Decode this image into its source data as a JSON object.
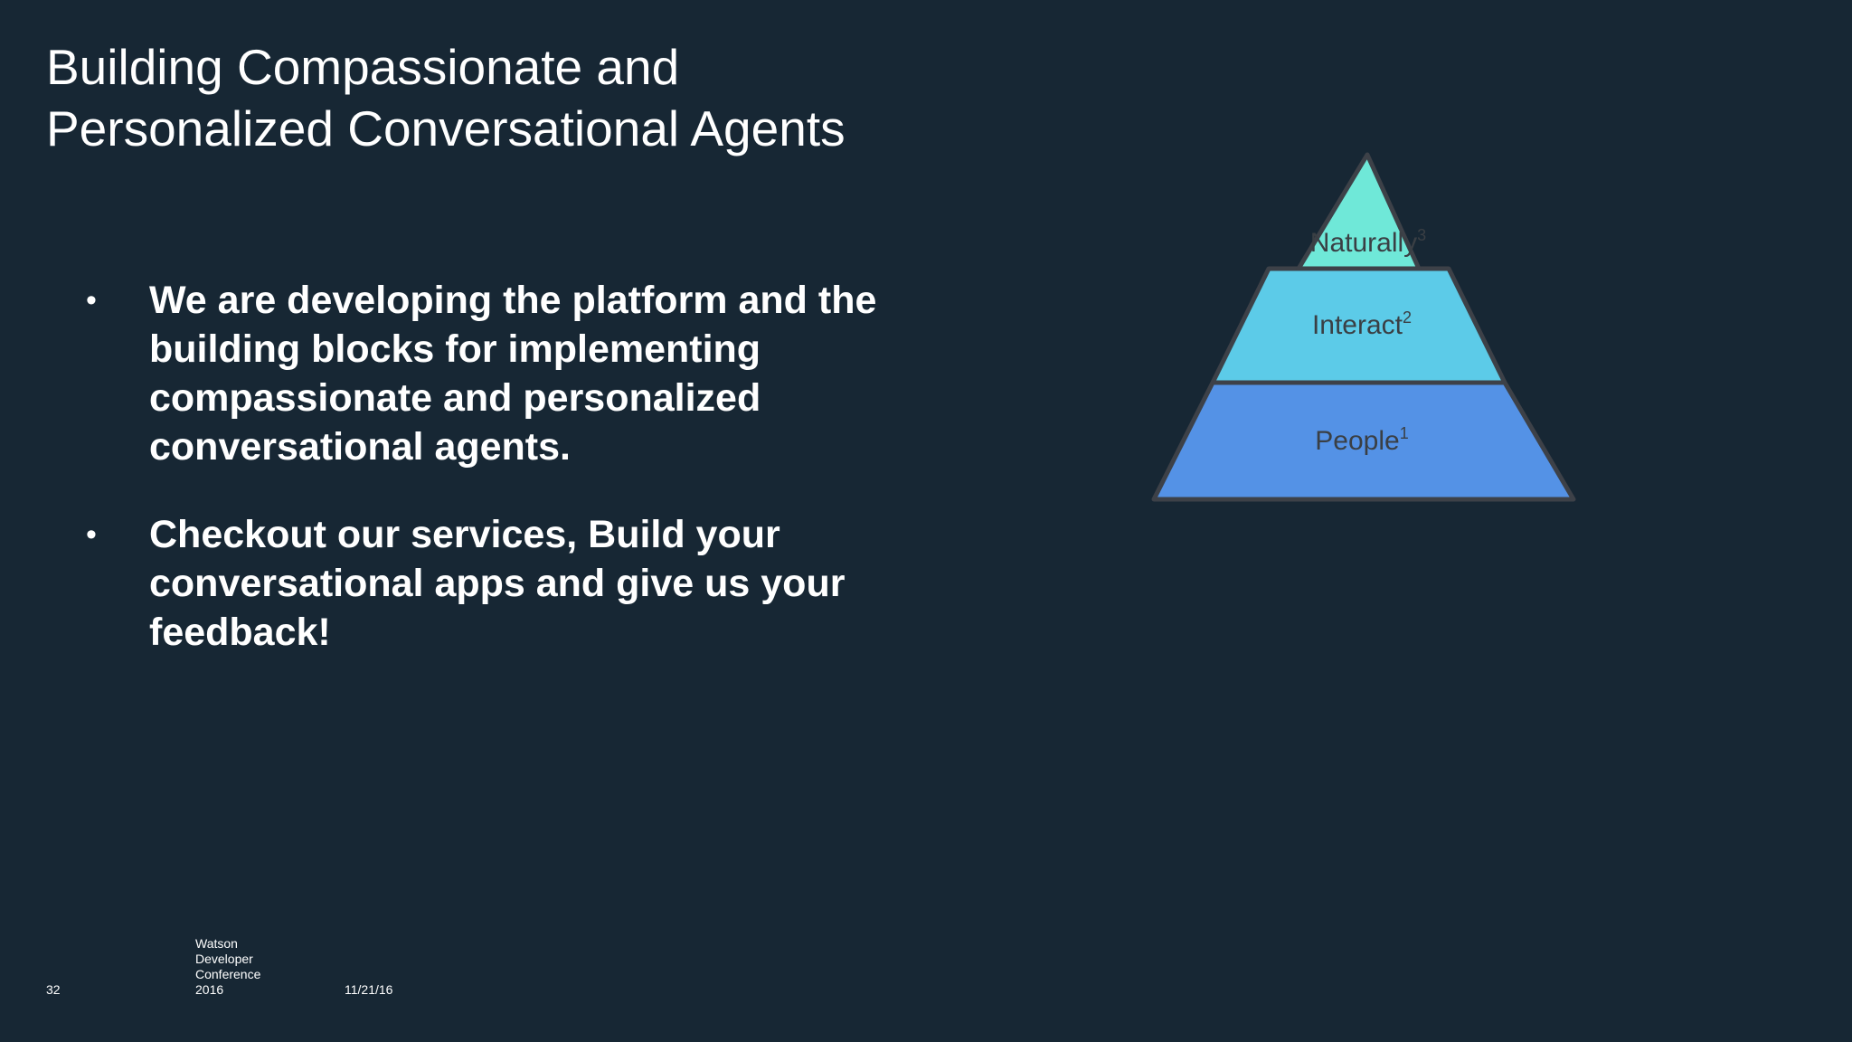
{
  "slide": {
    "title_lines": [
      "Building Compassionate and",
      "Personalized Conversational Agents"
    ],
    "bullet_symbol": "•",
    "bullets": [
      "We are developing the platform and the building blocks for implementing compassionate and personalized conversational agents.",
      "Checkout our services, Build your conversational apps and give us your feedback!"
    ],
    "pyramid": {
      "tiers": [
        {
          "label": "Naturally",
          "sup": "3",
          "color": "#6fe8d8"
        },
        {
          "label": "Interact",
          "sup": "2",
          "color": "#5ccbe8"
        },
        {
          "label": "People",
          "sup": "1",
          "color": "#5492e6"
        }
      ],
      "outline_color": "#3d4148"
    },
    "footer": {
      "page_number": "32",
      "event_lines": [
        "Watson",
        "Developer",
        "Conference",
        "2016"
      ],
      "date": "11/21/16"
    }
  }
}
